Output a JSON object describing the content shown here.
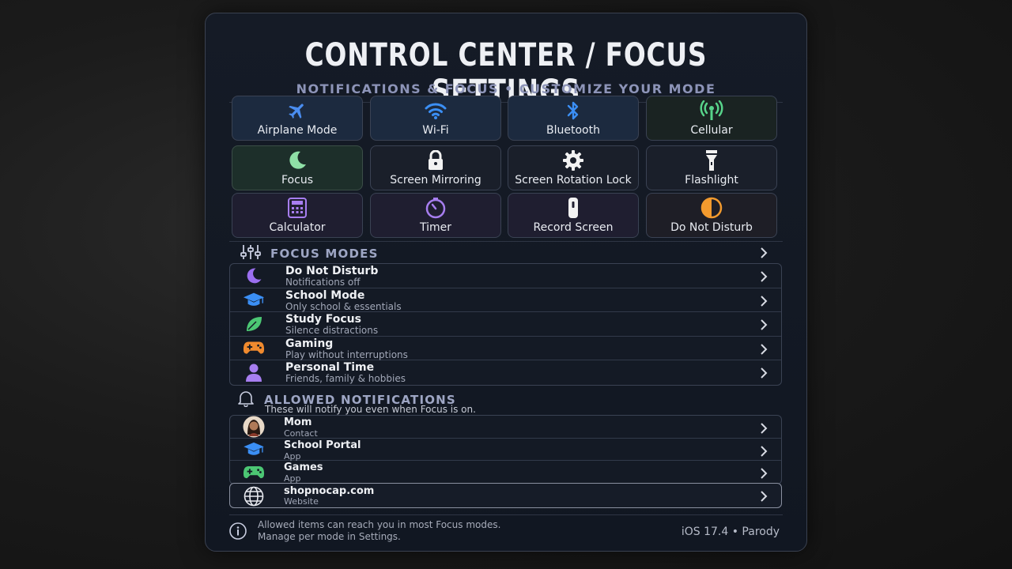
{
  "header": {
    "title": "CONTROL CENTER / FOCUS SETTINGS",
    "subtitle": "NOTIFICATIONS & FOCUS • CUSTOMIZE YOUR MODE"
  },
  "tiles": [
    {
      "label": "Airplane Mode",
      "icon": "airplane-icon",
      "color": "#4a8df0"
    },
    {
      "label": "Wi-Fi",
      "icon": "wifi-icon",
      "color": "#3b8ff5"
    },
    {
      "label": "Bluetooth",
      "icon": "bluetooth-icon",
      "color": "#3b8ff5"
    },
    {
      "label": "Cellular",
      "icon": "cellular-icon",
      "color": "#57d38a"
    },
    {
      "label": "Focus",
      "icon": "moon-icon",
      "color": "#8fe0a6"
    },
    {
      "label": "Screen Mirroring",
      "icon": "lock-icon",
      "color": "#f2f2f2"
    },
    {
      "label": "Screen Rotation Lock",
      "icon": "gear-icon",
      "color": "#f2f2f2"
    },
    {
      "label": "Flashlight",
      "icon": "flashlight-icon",
      "color": "#f2f2f2"
    },
    {
      "label": "Calculator",
      "icon": "calculator-icon",
      "color": "#a77ef0"
    },
    {
      "label": "Timer",
      "icon": "timer-icon",
      "color": "#a77ef0"
    },
    {
      "label": "Record Screen",
      "icon": "record-icon",
      "color": "#f2f2f2"
    },
    {
      "label": "Do Not Disturb",
      "icon": "half-moon-icon",
      "color": "#f29a2e"
    }
  ],
  "focus_modes": {
    "heading": "FOCUS MODES",
    "items": [
      {
        "title": "Do Not Disturb",
        "subtitle": "Notifications off",
        "icon": "moon-icon",
        "color": "#9b6ff0"
      },
      {
        "title": "School Mode",
        "subtitle": "Only school & essentials",
        "icon": "graduation-cap-icon",
        "color": "#3b8ff5"
      },
      {
        "title": "Study Focus",
        "subtitle": "Silence distractions",
        "icon": "leaf-icon",
        "color": "#4cc774"
      },
      {
        "title": "Gaming",
        "subtitle": "Play without interruptions",
        "icon": "gamepad-icon",
        "color": "#f08a2e"
      },
      {
        "title": "Personal Time",
        "subtitle": "Friends, family & hobbies",
        "icon": "person-icon",
        "color": "#a77ef0"
      }
    ]
  },
  "allowed": {
    "heading": "ALLOWED NOTIFICATIONS",
    "subheading": "These will notify you even when Focus is on.",
    "items": [
      {
        "title": "Mom",
        "subtitle": "Contact",
        "icon": "avatar-icon"
      },
      {
        "title": "School Portal",
        "subtitle": "App",
        "icon": "graduation-cap-icon",
        "color": "#3b8ff5"
      },
      {
        "title": "Games",
        "subtitle": "App",
        "icon": "gamepad-icon",
        "color": "#4cc774"
      }
    ],
    "website": {
      "title": "shopnocap.com",
      "subtitle": "Website",
      "icon": "globe-icon"
    }
  },
  "footer": {
    "note_line1": "Allowed items can reach you in most Focus modes.",
    "note_line2": "Manage per mode in Settings.",
    "version": "iOS 17.4 • Parody"
  }
}
